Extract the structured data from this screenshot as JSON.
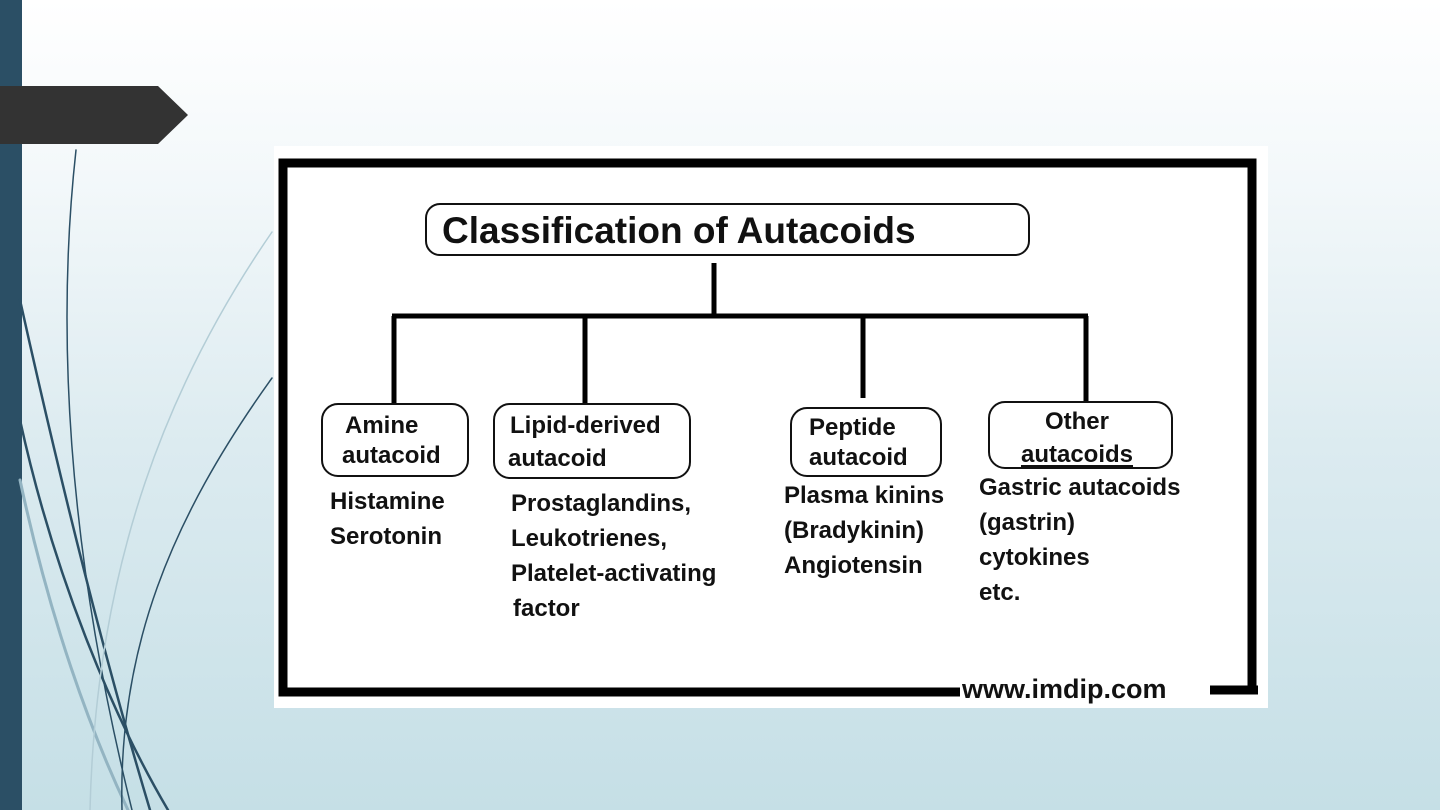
{
  "diagram": {
    "title": "Classification of Autacoids",
    "categories": [
      {
        "label_lines": [
          "Amine",
          "autacoid"
        ],
        "items": [
          "Histamine",
          "Serotonin"
        ]
      },
      {
        "label_lines": [
          "Lipid-derived",
          "autacoid"
        ],
        "items": [
          "Prostaglandins,",
          "Leukotrienes,",
          "Platelet-activating",
          "factor"
        ]
      },
      {
        "label_lines": [
          "Peptide",
          "autacoid"
        ],
        "items": [
          "Plasma kinins",
          "(Bradykinin)",
          "Angiotensin"
        ]
      },
      {
        "label_lines": [
          "Other",
          "autacoids"
        ],
        "items": [
          "Gastric autacoids",
          "(gastrin)",
          "cytokines",
          "etc."
        ]
      }
    ],
    "watermark": "www.imdip.com"
  },
  "theme": {
    "sidebar_color": "#2b4f65",
    "tab_color": "#333333",
    "curve_color": "#2b4f65"
  }
}
